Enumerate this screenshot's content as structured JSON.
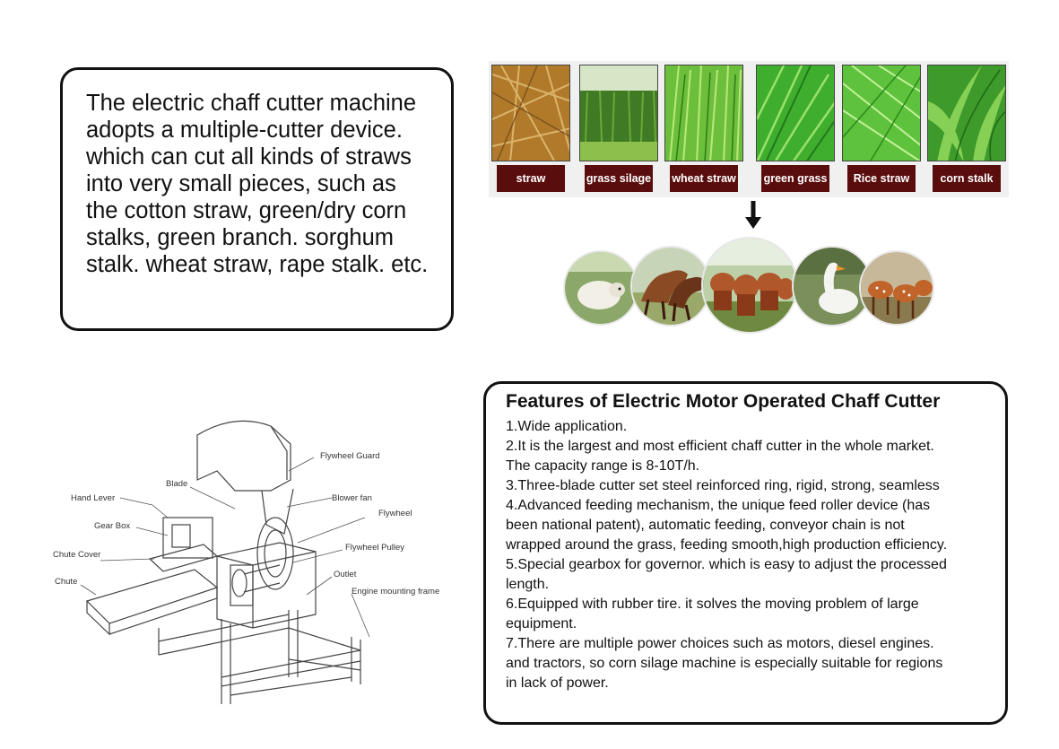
{
  "intro": {
    "text": "The electric chaff cutter machine adopts a multiple-cutter device. which can cut all kinds of straws into very small pieces, such as the cotton straw, green/dry corn stalks, green branch. sorghum stalk. wheat straw, rape stalk. etc."
  },
  "crops": [
    {
      "label": "straw",
      "color": "#b07a2a"
    },
    {
      "label": "grass silage",
      "color": "#4f8a2a"
    },
    {
      "label": "wheat straw",
      "color": "#6cbf3a"
    },
    {
      "label": "green grass",
      "color": "#3fae2f"
    },
    {
      "label": "Rice straw",
      "color": "#5ec23c"
    },
    {
      "label": "corn stalk",
      "color": "#3e9a2a"
    }
  ],
  "animals": [
    {
      "name": "sheep-photo",
      "color": "#8ba86a"
    },
    {
      "name": "horses-photo",
      "color": "#8a5a34"
    },
    {
      "name": "cattle-photo",
      "color": "#a8643a"
    },
    {
      "name": "goose-photo",
      "color": "#7a8f5a"
    },
    {
      "name": "deer-photo",
      "color": "#b86a3c"
    }
  ],
  "diagram": {
    "labels": {
      "flywheel_guard": "Flywheel Guard",
      "blade": "Blade",
      "hand_lever": "Hand Lever",
      "blower_fan": "Blower fan",
      "gear_box": "Gear Box",
      "flywheel": "Flywheel",
      "flywheel_pulley": "Flywheel Pulley",
      "chute_cover": "Chute Cover",
      "outlet": "Outlet",
      "chute": "Chute",
      "engine_mounting_frame": "Engine mounting frame"
    }
  },
  "features": {
    "title": "Features of Electric Motor Operated Chaff Cutter",
    "lines": [
      "1.Wide application.",
      "2.It is the largest and most efficient chaff cutter in the whole market.",
      "The capacity range is 8-10T/h.",
      "3.Three-blade cutter set steel reinforced ring, rigid, strong, seamless",
      "4.Advanced feeding mechanism, the unique feed roller device (has",
      "been national patent), automatic feeding, conveyor chain is not",
      "wrapped around the grass, feeding smooth,high production efficiency.",
      "5.Special gearbox for governor. which is easy to adjust the processed",
      "length.",
      "6.Equipped with rubber tire. it solves the moving problem of large",
      "equipment.",
      "7.There are multiple power choices such as motors, diesel engines.",
      "and tractors, so corn silage machine is especially suitable for regions",
      "in lack of power."
    ]
  },
  "colors": {
    "label_bg": "#5a0d0d",
    "border": "#111111"
  }
}
